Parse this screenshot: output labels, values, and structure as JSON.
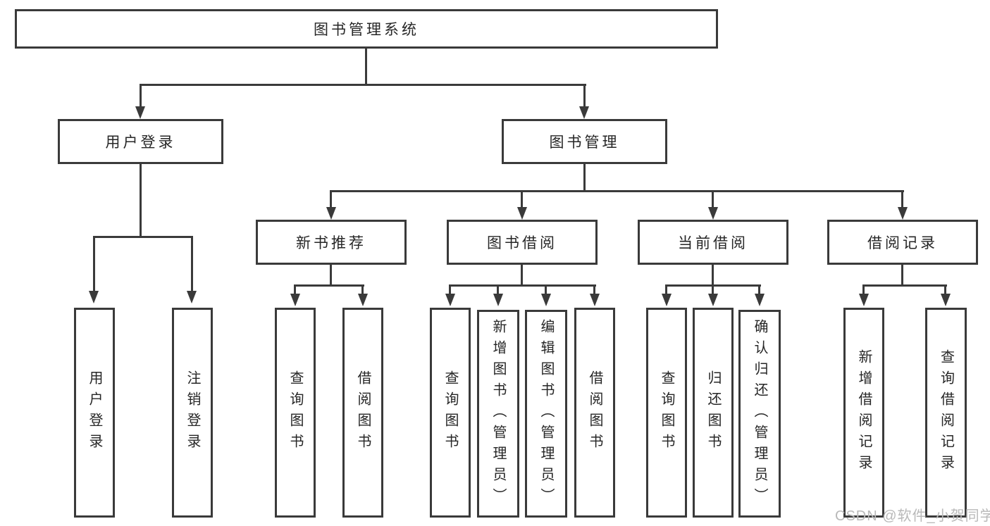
{
  "title": {
    "label": "图书管理系统"
  },
  "branches": {
    "user": {
      "label": "用户登录",
      "children": [
        {
          "label": "用户登录"
        },
        {
          "label": "注销登录"
        }
      ]
    },
    "book": {
      "label": "图书管理",
      "groups": [
        {
          "label": "新书推荐",
          "children": [
            {
              "label": "查询图书"
            },
            {
              "label": "借阅图书"
            }
          ]
        },
        {
          "label": "图书借阅",
          "children": [
            {
              "label": "查询图书"
            },
            {
              "label": "新增图书（管理员）"
            },
            {
              "label": "编辑图书（管理员）"
            },
            {
              "label": "借阅图书"
            }
          ]
        },
        {
          "label": "当前借阅",
          "children": [
            {
              "label": "查询图书"
            },
            {
              "label": "归还图书"
            },
            {
              "label": "确认归还（管理员）"
            }
          ]
        },
        {
          "label": "借阅记录",
          "children": [
            {
              "label": "新增借阅记录"
            },
            {
              "label": "查询借阅记录"
            }
          ]
        }
      ]
    }
  },
  "watermark": {
    "label": "CSDN @软件_小贺同学"
  },
  "colors": {
    "line": "#3a3a3a",
    "text": "#262626",
    "watermark": "#b9b9b9",
    "background": "#ffffff"
  }
}
